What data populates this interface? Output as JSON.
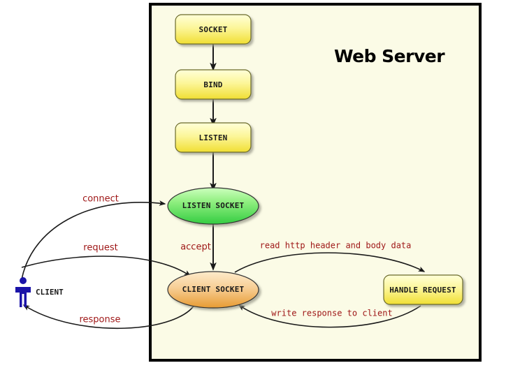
{
  "panel": {
    "title": "Web Server",
    "background_color": "#FBFBE6",
    "border_color": "#000000"
  },
  "colors": {
    "yellow_top": "#FFFFCC",
    "yellow_bottom": "#F2E13C",
    "green_top": "#BFFFAE",
    "green_bottom": "#3FD14B",
    "orange_top": "#FBE2B4",
    "orange_bottom": "#E8A33D",
    "label_red": "#9E1616",
    "actor_blue": "#1A13A8",
    "edge_black": "#1A1A1A"
  },
  "nodes": [
    {
      "id": "socket",
      "label": "SOCKET",
      "shape": "rounded-rect",
      "fill": "yellow"
    },
    {
      "id": "bind",
      "label": "BIND",
      "shape": "rounded-rect",
      "fill": "yellow"
    },
    {
      "id": "listen",
      "label": "LISTEN",
      "shape": "rounded-rect",
      "fill": "yellow"
    },
    {
      "id": "listen-socket",
      "label": "LISTEN SOCKET",
      "shape": "ellipse",
      "fill": "green"
    },
    {
      "id": "client-socket",
      "label": "CLIENT SOCKET",
      "shape": "ellipse",
      "fill": "orange"
    },
    {
      "id": "handle-request",
      "label": "HANDLE REQUEST",
      "shape": "rounded-rect",
      "fill": "yellow"
    }
  ],
  "actor": {
    "label": "CLIENT",
    "icon": "person-icon"
  },
  "edges": [
    {
      "id": "socket-bind",
      "from": "socket",
      "to": "bind",
      "label": ""
    },
    {
      "id": "bind-listen",
      "from": "bind",
      "to": "listen",
      "label": ""
    },
    {
      "id": "listen-listensocket",
      "from": "listen",
      "to": "listen-socket",
      "label": ""
    },
    {
      "id": "connect",
      "from": "client",
      "to": "listen-socket",
      "label": "connect"
    },
    {
      "id": "accept",
      "from": "listen-socket",
      "to": "client-socket",
      "label": "accept"
    },
    {
      "id": "request",
      "from": "client",
      "to": "client-socket",
      "label": "request"
    },
    {
      "id": "read",
      "from": "client-socket",
      "to": "handle-request",
      "label": "read http header and body data"
    },
    {
      "id": "write",
      "from": "handle-request",
      "to": "client-socket",
      "label": "write response to client"
    },
    {
      "id": "response",
      "from": "client-socket",
      "to": "client",
      "label": "response"
    }
  ]
}
